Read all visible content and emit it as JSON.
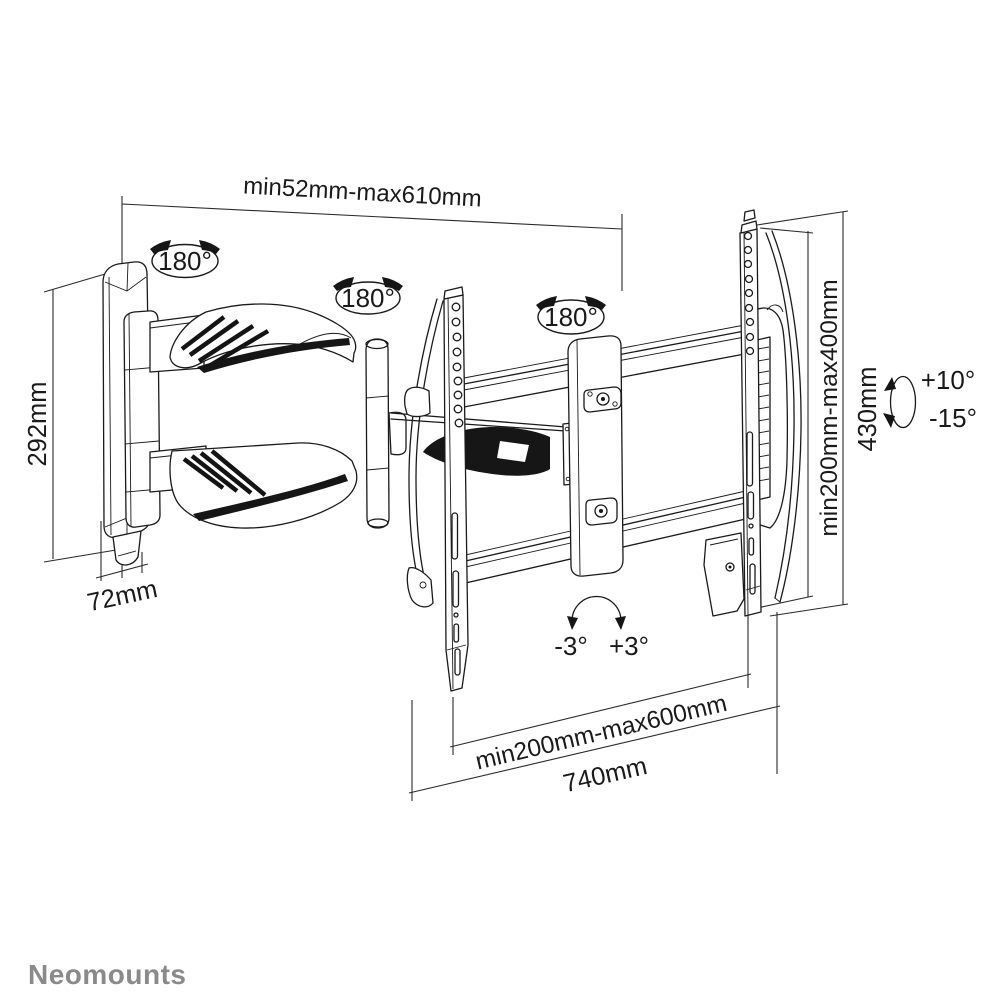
{
  "page": {
    "background": "#ffffff",
    "line_color": "#1a1a1a"
  },
  "logo": {
    "text": "Neomounts",
    "color": "#8a8a8a"
  },
  "badges": {
    "swivel_1": "180°",
    "swivel_2": "180°",
    "swivel_3": "180°"
  },
  "dimensions": {
    "top_width": "min52mm-max610mm",
    "plate_height": "292mm",
    "plate_width": "72mm",
    "vesa_vertical": "min200mm-max400mm",
    "bracket_height": "430mm",
    "tilt_up": "+10°",
    "tilt_down": "-15°",
    "level_left": "-3°",
    "level_right": "+3°",
    "vesa_horizontal": "min200mm-max600mm",
    "total_width": "740mm"
  }
}
